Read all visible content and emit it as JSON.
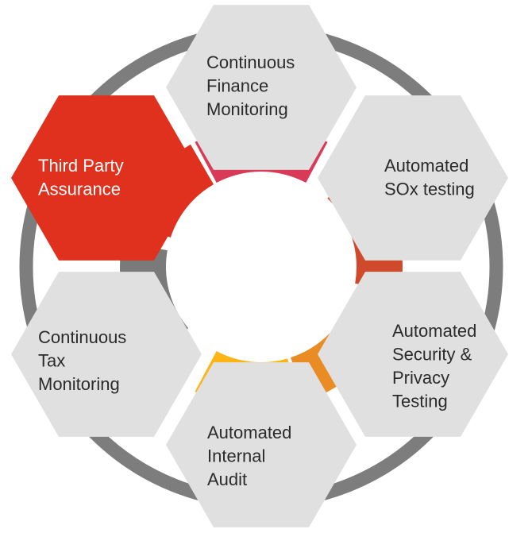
{
  "diagram": {
    "nodes": [
      {
        "id": "finance",
        "lines": [
          "Continuous",
          "Finance",
          "Monitoring"
        ],
        "highlighted": false,
        "arc_color": "#d93a57"
      },
      {
        "id": "sox",
        "lines": [
          "Automated",
          "SOx testing"
        ],
        "highlighted": false,
        "arc_color": "#cf4a2b"
      },
      {
        "id": "security",
        "lines": [
          "Automated",
          "Security &",
          "Privacy",
          "Testing"
        ],
        "highlighted": false,
        "arc_color": "#ea8c24"
      },
      {
        "id": "internal-audit",
        "lines": [
          "Automated",
          "Internal",
          "Audit"
        ],
        "highlighted": false,
        "arc_color": "#fdb515"
      },
      {
        "id": "tax",
        "lines": [
          "Continuous",
          "Tax",
          "Monitoring"
        ],
        "highlighted": false,
        "arc_color": "#7a7a7a"
      },
      {
        "id": "third-party",
        "lines": [
          "Third Party",
          "Assurance"
        ],
        "highlighted": true,
        "arc_color": "#e0301e"
      }
    ],
    "colors": {
      "hex_fill": "#e0e0e0",
      "hex_highlight": "#e0301e",
      "ring": "#7d7d7d",
      "text": "#2b2b2b",
      "text_highlight": "#ffffff"
    }
  }
}
